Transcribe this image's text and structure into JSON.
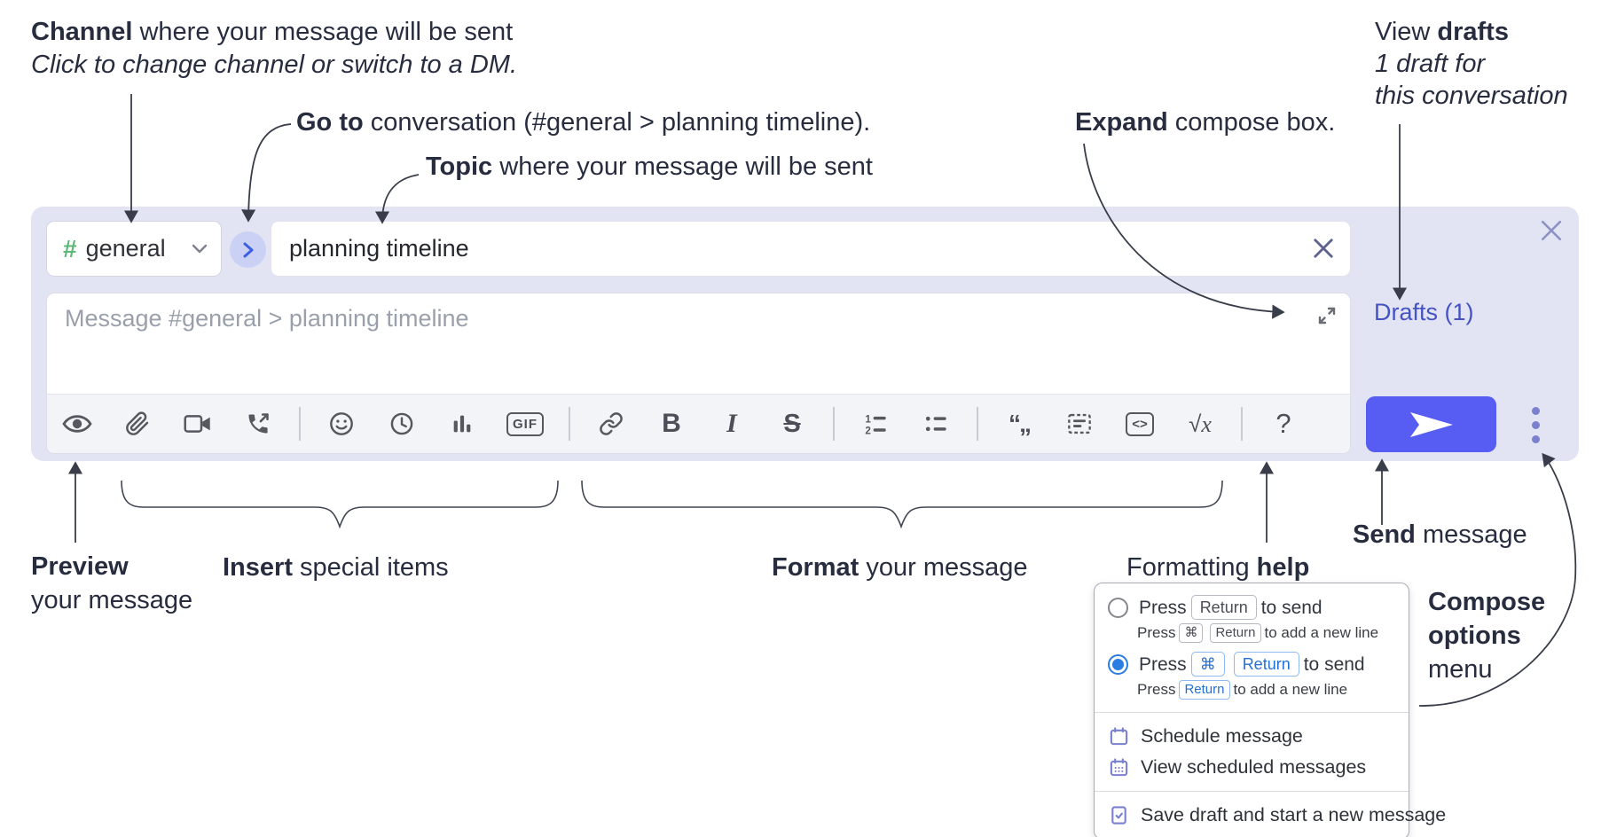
{
  "colors": {
    "accent_send": "#575df2",
    "compose_bg": "#e2e4f3",
    "hash_green": "#5cb876",
    "drafts_link_blue": "#4553c4",
    "radio_selected_blue": "#2a7de2",
    "menu_icon_purple": "#7a80d2",
    "annotation_text": "#272d3f"
  },
  "annotations": {
    "channel": {
      "bold": "Channel",
      "rest": " where your message will be sent",
      "sub": "Click to change channel or switch to a DM."
    },
    "goto": {
      "bold": "Go to",
      "rest": " conversation (#general > planning timeline)."
    },
    "topic": {
      "bold": "Topic",
      "rest": " where your message will be sent"
    },
    "expand": {
      "bold": "Expand",
      "rest": " compose box."
    },
    "drafts": {
      "pre": "View ",
      "bold": "drafts",
      "line2": "1 draft for",
      "line3": "this conversation"
    },
    "preview": {
      "bold": "Preview",
      "line2": "your message"
    },
    "insert": {
      "bold": "Insert",
      "rest": " special items"
    },
    "format": {
      "bold": "Format",
      "rest": " your message"
    },
    "help": {
      "pre": "Formatting ",
      "bold": "help"
    },
    "send": {
      "bold": "Send",
      "rest": " message"
    },
    "compose_options": {
      "line1": "Compose",
      "line2": "options",
      "line3": "menu"
    }
  },
  "compose": {
    "channel": {
      "hash": "#",
      "name": "general"
    },
    "topic_value": "planning timeline",
    "message_placeholder": "Message #general > planning timeline",
    "drafts_label": "Drafts (1)",
    "toolbar_labels": {
      "gif": "GIF",
      "bold": "B",
      "italic": "I",
      "strike": "S",
      "quote": "“„",
      "code": "<>",
      "math_root": "√",
      "math_var": "x",
      "help": "?"
    }
  },
  "menu": {
    "option_enter": {
      "press": "Press",
      "kbd": "Return",
      "suffix": "to send",
      "sub_press": "Press",
      "sub_kbd1": "⌘",
      "sub_kbd2": "Return",
      "sub_suffix": "to add a new line"
    },
    "option_cmd_enter": {
      "press": "Press",
      "kbd1": "⌘",
      "kbd2": "Return",
      "suffix": "to send",
      "sub_press": "Press",
      "sub_kbd": "Return",
      "sub_suffix": "to add a new line"
    },
    "schedule": "Schedule message",
    "view_scheduled": "View scheduled messages",
    "save_draft": "Save draft and start a new message"
  }
}
